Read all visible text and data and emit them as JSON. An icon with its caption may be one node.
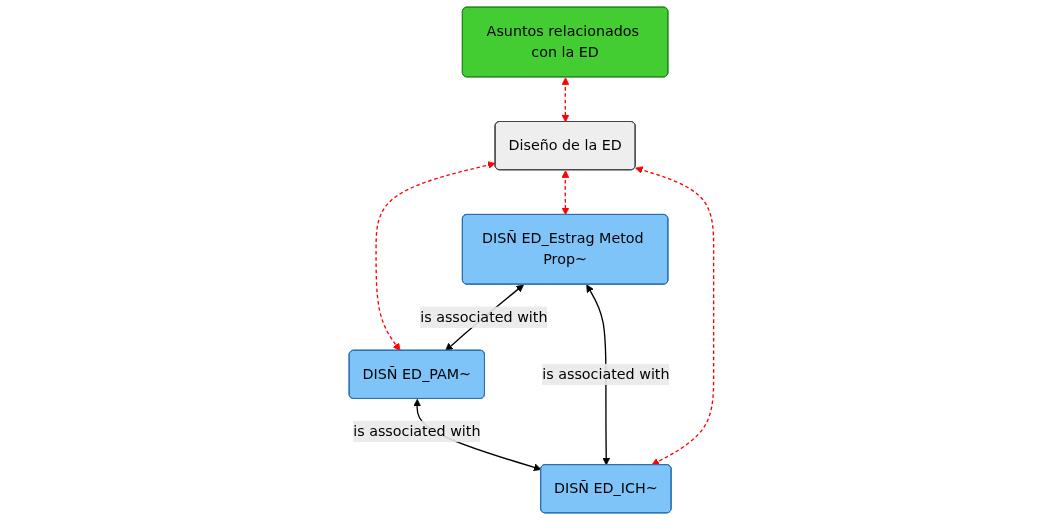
{
  "diagram": {
    "nodes": [
      {
        "text": [
          "Asuntos relacionados con la ED"
        ]
      },
      {
        "text": [
          "Diseño de la ED"
        ]
      },
      {
        "text": [
          "DISÑ ED_Estrag Metod Prop~"
        ]
      },
      {
        "text": [
          "DISÑ ED_PAM~"
        ]
      },
      {
        "text": [
          "DISÑ ED_ICH~"
        ]
      }
    ],
    "edges": [
      {
        "from": 0,
        "to": 1,
        "arrow": "both",
        "style": "dashed",
        "color": "#ff0000"
      },
      {
        "from": 1,
        "to": 3,
        "arrow": "both",
        "style": "dashed",
        "color": "#ff0000"
      },
      {
        "from": 1,
        "to": 2,
        "arrow": "both",
        "style": "dashed",
        "color": "#ff0000"
      },
      {
        "from": 1,
        "to": 4,
        "arrow": "both",
        "style": "dashed",
        "color": "#ff0000"
      },
      {
        "from": 2,
        "to": 3,
        "arrow": "both",
        "label": "is associated with",
        "color": "#000000"
      },
      {
        "from": 2,
        "to": 4,
        "arrow": "both",
        "label": "is associated with",
        "color": "#000000"
      },
      {
        "from": 3,
        "to": 4,
        "arrow": "both",
        "label": "is associated with",
        "color": "#000000"
      }
    ]
  }
}
